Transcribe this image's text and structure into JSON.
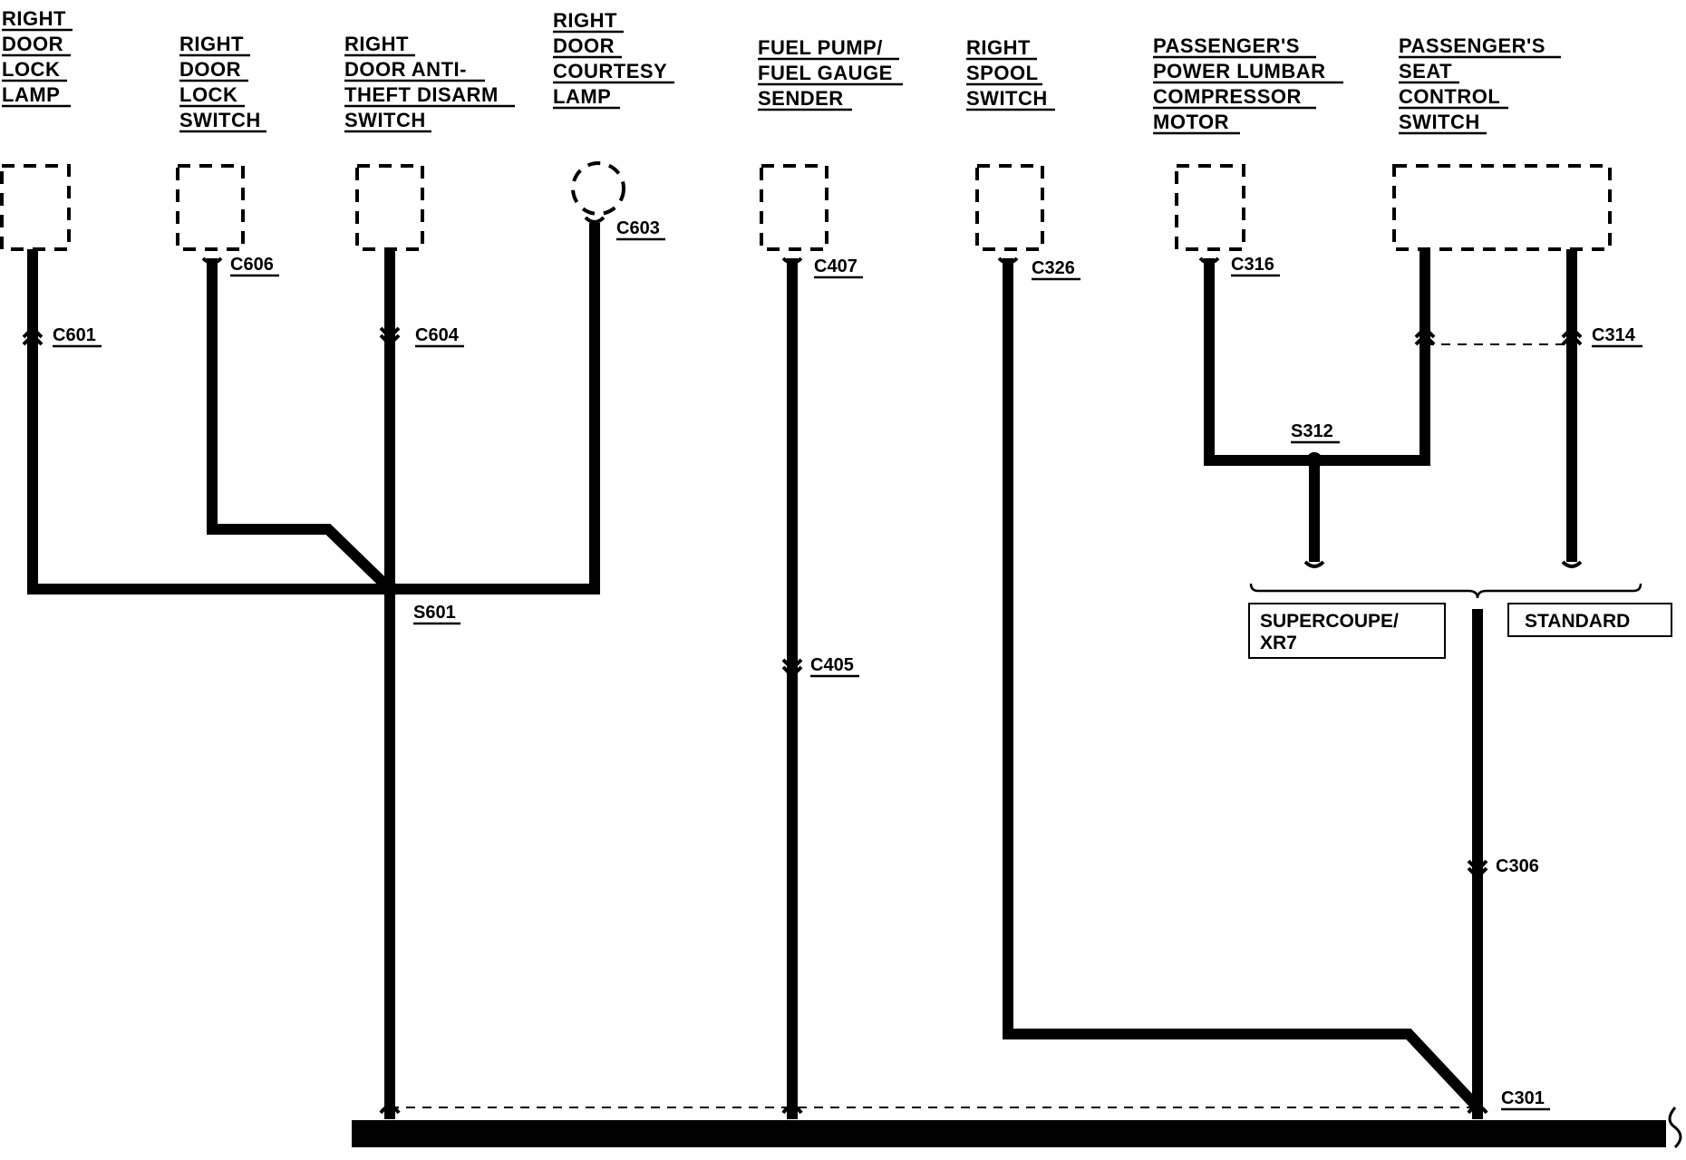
{
  "components": [
    {
      "id": "right-door-lock-lamp",
      "lines": [
        "RIGHT",
        "DOOR",
        "LOCK",
        "LAMP"
      ]
    },
    {
      "id": "right-door-lock-switch",
      "lines": [
        "RIGHT",
        "DOOR",
        "LOCK",
        "SWITCH"
      ]
    },
    {
      "id": "right-door-anti-theft-disarm-switch",
      "lines": [
        "RIGHT",
        "DOOR ANTI-",
        "THEFT DISARM",
        "SWITCH"
      ]
    },
    {
      "id": "right-door-courtesy-lamp",
      "lines": [
        "RIGHT",
        "DOOR",
        "COURTESY",
        "LAMP"
      ]
    },
    {
      "id": "fuel-pump-fuel-gauge-sender",
      "lines": [
        "FUEL PUMP/",
        "FUEL GAUGE",
        "SENDER"
      ]
    },
    {
      "id": "right-spool-switch",
      "lines": [
        "RIGHT",
        "SPOOL",
        "SWITCH"
      ]
    },
    {
      "id": "passengers-power-lumbar-compressor-motor",
      "lines": [
        "PASSENGER'S",
        "POWER LUMBAR",
        "COMPRESSOR",
        "MOTOR"
      ]
    },
    {
      "id": "passengers-seat-control-switch",
      "lines": [
        "PASSENGER'S",
        "SEAT",
        "CONTROL",
        "SWITCH"
      ]
    }
  ],
  "connectors": {
    "c601": "C601",
    "c606": "C606",
    "c604": "C604",
    "c603": "C603",
    "c407": "C407",
    "c326": "C326",
    "c316": "C316",
    "c314": "C314",
    "c405": "C405",
    "c306": "C306",
    "c301": "C301"
  },
  "splices": {
    "s601": "S601",
    "s312": "S312"
  },
  "options": {
    "supercoupe_line1": "SUPERCOUPE/",
    "supercoupe_line2": "XR7",
    "standard": "STANDARD"
  }
}
